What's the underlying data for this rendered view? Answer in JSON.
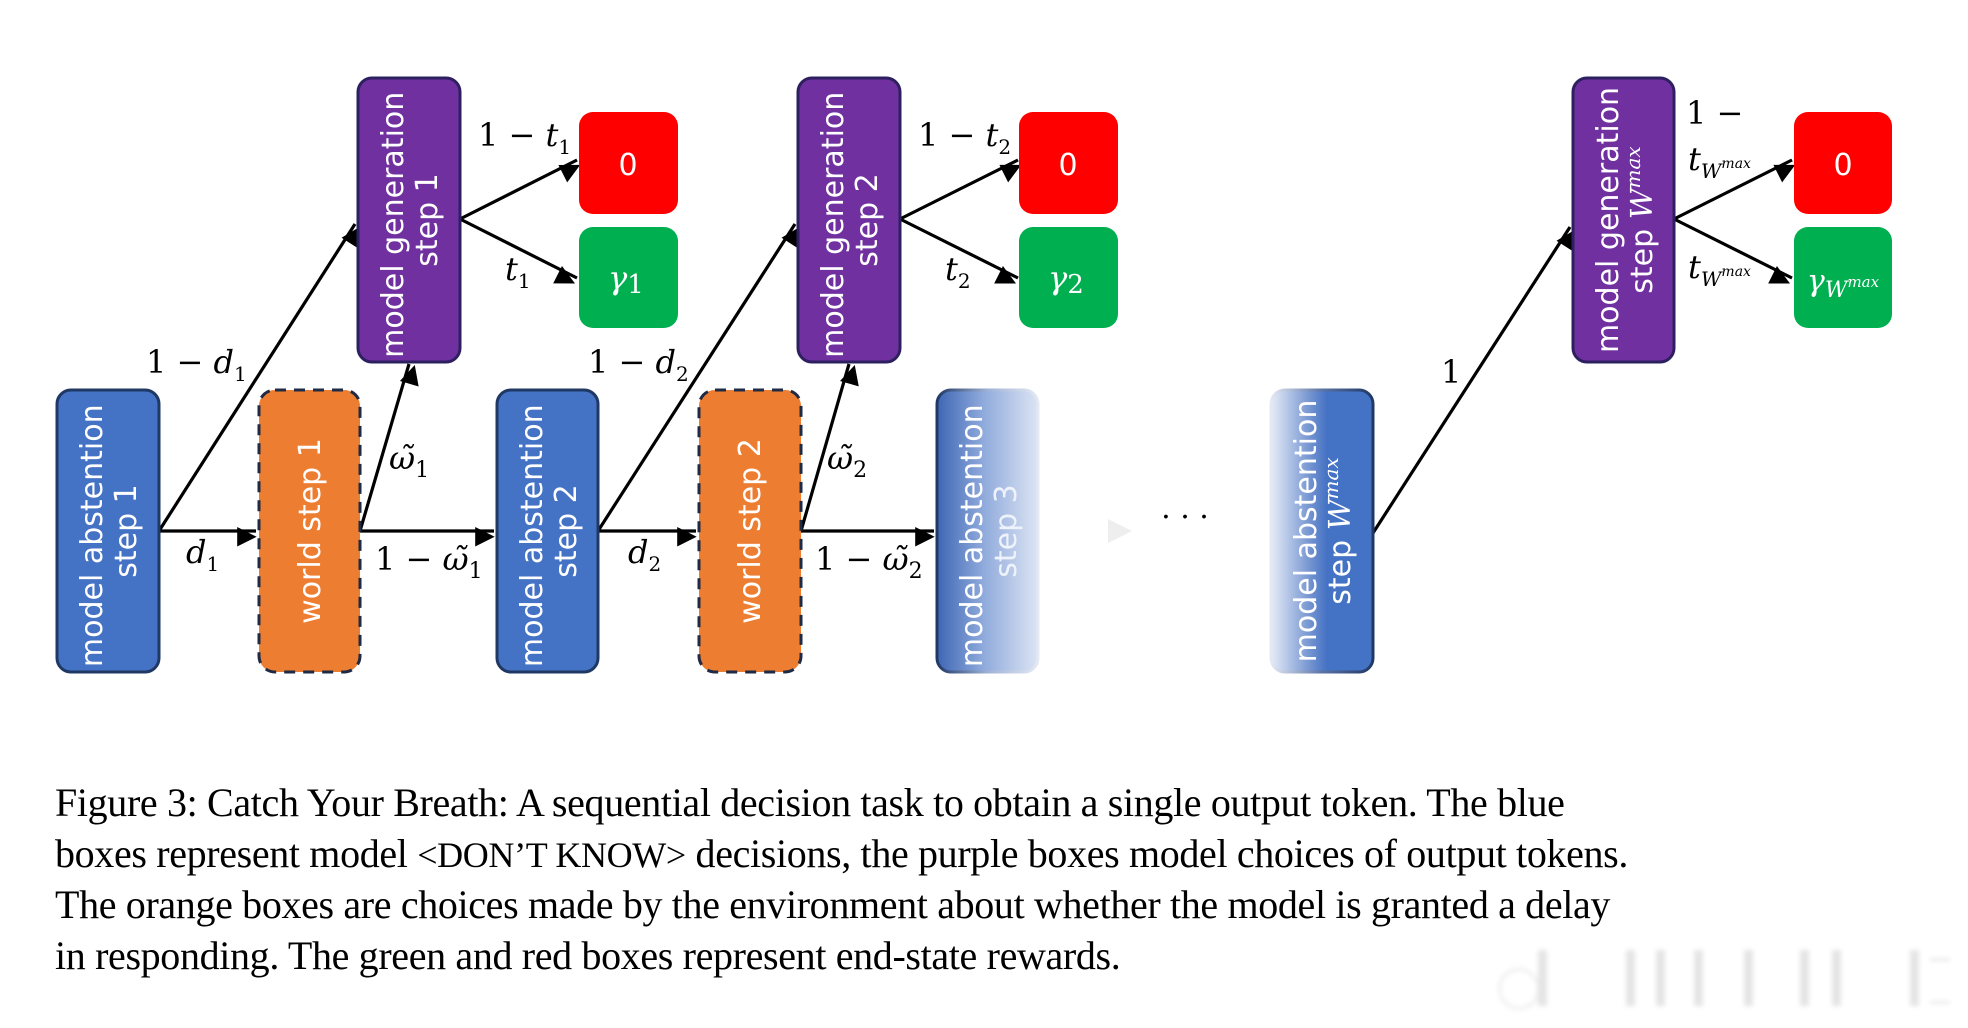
{
  "figure": {
    "nodes": {
      "abstention_1": {
        "line1": "model abstention",
        "line2": "step 1"
      },
      "abstention_2": {
        "line1": "model abstention",
        "line2": "step 2"
      },
      "abstention_3": {
        "line1": "model abstention",
        "line2": "step 3"
      },
      "abstention_max": {
        "line1": "model abstention",
        "line2_prefix": "step ",
        "line2_math": "W",
        "line2_sup": "max"
      },
      "world_1": {
        "label": "world step 1"
      },
      "world_2": {
        "label": "world step 2"
      },
      "generation_1": {
        "line1": "model generation",
        "line2": "step 1"
      },
      "generation_2": {
        "line1": "model generation",
        "line2": "step 2"
      },
      "generation_max": {
        "line1": "model generation",
        "line2_prefix": "step ",
        "line2_math": "W",
        "line2_sup": "max"
      }
    },
    "rewards": {
      "fail_1": "0",
      "success_1": {
        "sym": "γ",
        "sub": "1"
      },
      "fail_2": "0",
      "success_2": {
        "sym": "γ",
        "sub": "2"
      },
      "fail_max": "0",
      "success_max": {
        "sym": "γ",
        "sub": "W",
        "subsup": "max"
      }
    },
    "edge_labels": {
      "one_minus": "1 − ",
      "d": "d",
      "t": "t",
      "omega": "ω̃",
      "one": "1",
      "sub_1": "1",
      "sub_2": "2",
      "sub_W": "W",
      "sup_max": "max",
      "ellipsis": ". . ."
    },
    "colors": {
      "abstention": "#4472C4",
      "abstention_border": "#1F3864",
      "generation": "#7030A0",
      "generation_border": "#2E2060",
      "world": "#ED7D31",
      "world_border": "#1F2A44",
      "reward_fail": "#FF0000",
      "reward_success": "#00B050"
    }
  },
  "caption": {
    "line1": "Figure 3: Catch Your Breath: A sequential decision task to obtain a single output token. The blue",
    "line2_a": "boxes represent model ",
    "line2_sc": "<DON’T KNOW>",
    "line2_b": " decisions, the purple boxes model choices of output tokens.",
    "line3": "The orange boxes are choices made by the environment about whether the model is granted a delay",
    "line4": "in responding. The green and red boxes represent end-state rewards."
  }
}
